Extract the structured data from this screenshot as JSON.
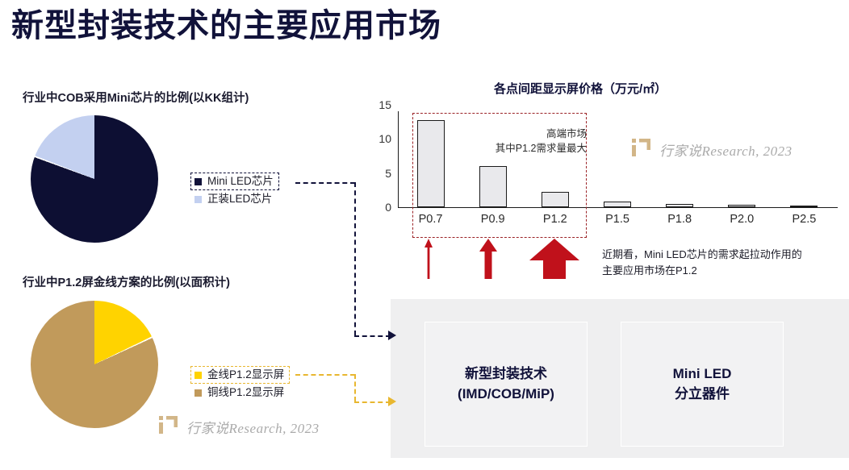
{
  "slide": {
    "title": "新型封装技术的主要应用市场",
    "title_color": "#11123a"
  },
  "left_panel": {
    "section_1": {
      "heading": "行业中COB采用Mini芯片的比例(以KK组计)",
      "legend": [
        {
          "label": "Mini LED芯片",
          "color": "#11123a",
          "highlighted": "true"
        },
        {
          "label": "正装LED芯片",
          "color": "#c3d0f0",
          "highlighted": "false"
        }
      ]
    },
    "section_2": {
      "heading": "行业中P1.2屏金线方案的比例(以面积计)",
      "legend": [
        {
          "label": "金线P1.2显示屏",
          "color": "#ffd300",
          "highlighted": "true"
        },
        {
          "label": "铜线P1.2显示屏",
          "color": "#c19a5b",
          "highlighted": "false"
        }
      ]
    }
  },
  "chart_data": [
    {
      "type": "pie",
      "title": "行业中COB采用Mini芯片的比例(以KK组计)",
      "labels": [
        "Mini LED芯片",
        "正装LED芯片"
      ],
      "values": [
        80.5,
        19.5
      ],
      "colors": [
        "#11123a",
        "#c3d0f0"
      ],
      "legend_position": "right"
    },
    {
      "type": "pie",
      "title": "行业中P1.2屏金线方案的比例(以面积计)",
      "labels": [
        "金线P1.2显示屏",
        "铜线P1.2显示屏"
      ],
      "values": [
        17.8,
        82.2
      ],
      "colors": [
        "#ffd300",
        "#c19a5b"
      ],
      "legend_position": "right"
    },
    {
      "type": "bar",
      "title": "各点间距显示屏价格（万元/㎡）",
      "categories": [
        "P0.7",
        "P0.9",
        "P1.2",
        "P1.5",
        "P1.8",
        "P2.0",
        "P2.5"
      ],
      "values": [
        12.7,
        6.0,
        2.3,
        0.8,
        0.45,
        0.3,
        0.12
      ],
      "xlabel": "",
      "ylabel": "万元/㎡",
      "ylim": [
        0,
        15
      ],
      "yticks": [
        0,
        5,
        10,
        15
      ],
      "grid": "false",
      "legend_position": "none",
      "bar_fill": "#e9e9ec",
      "bar_stroke": "#1b1b1b",
      "annotation": "高端市场\n其中P1.2需求量最大",
      "highlight_categories": [
        "P0.7",
        "P0.9",
        "P1.2"
      ],
      "highlight_color": "#9b2226"
    }
  ],
  "chart_panel": {
    "title": "各点间距显示屏价格（万元/㎡）",
    "note": "高端市场\n其中P1.2需求量最大",
    "takeaway": "近期看，Mini LED芯片的需求起拉动作用的\n主要应用市场在P1.2",
    "arrows": [
      {
        "name": "arrow-p07",
        "weight": "thin"
      },
      {
        "name": "arrow-p09",
        "weight": "medium"
      },
      {
        "name": "arrow-p12",
        "weight": "thick"
      }
    ],
    "arrow_color": "#c0111b"
  },
  "bottom_panel": {
    "boxes": [
      {
        "text": "新型封装技术\n(IMD/COB/MiP)"
      },
      {
        "text": "Mini LED\n分立器件"
      }
    ],
    "background": "#efeff0"
  },
  "watermark": {
    "text": "行家说Research, 2023",
    "logo_color": "#c19a5b"
  }
}
